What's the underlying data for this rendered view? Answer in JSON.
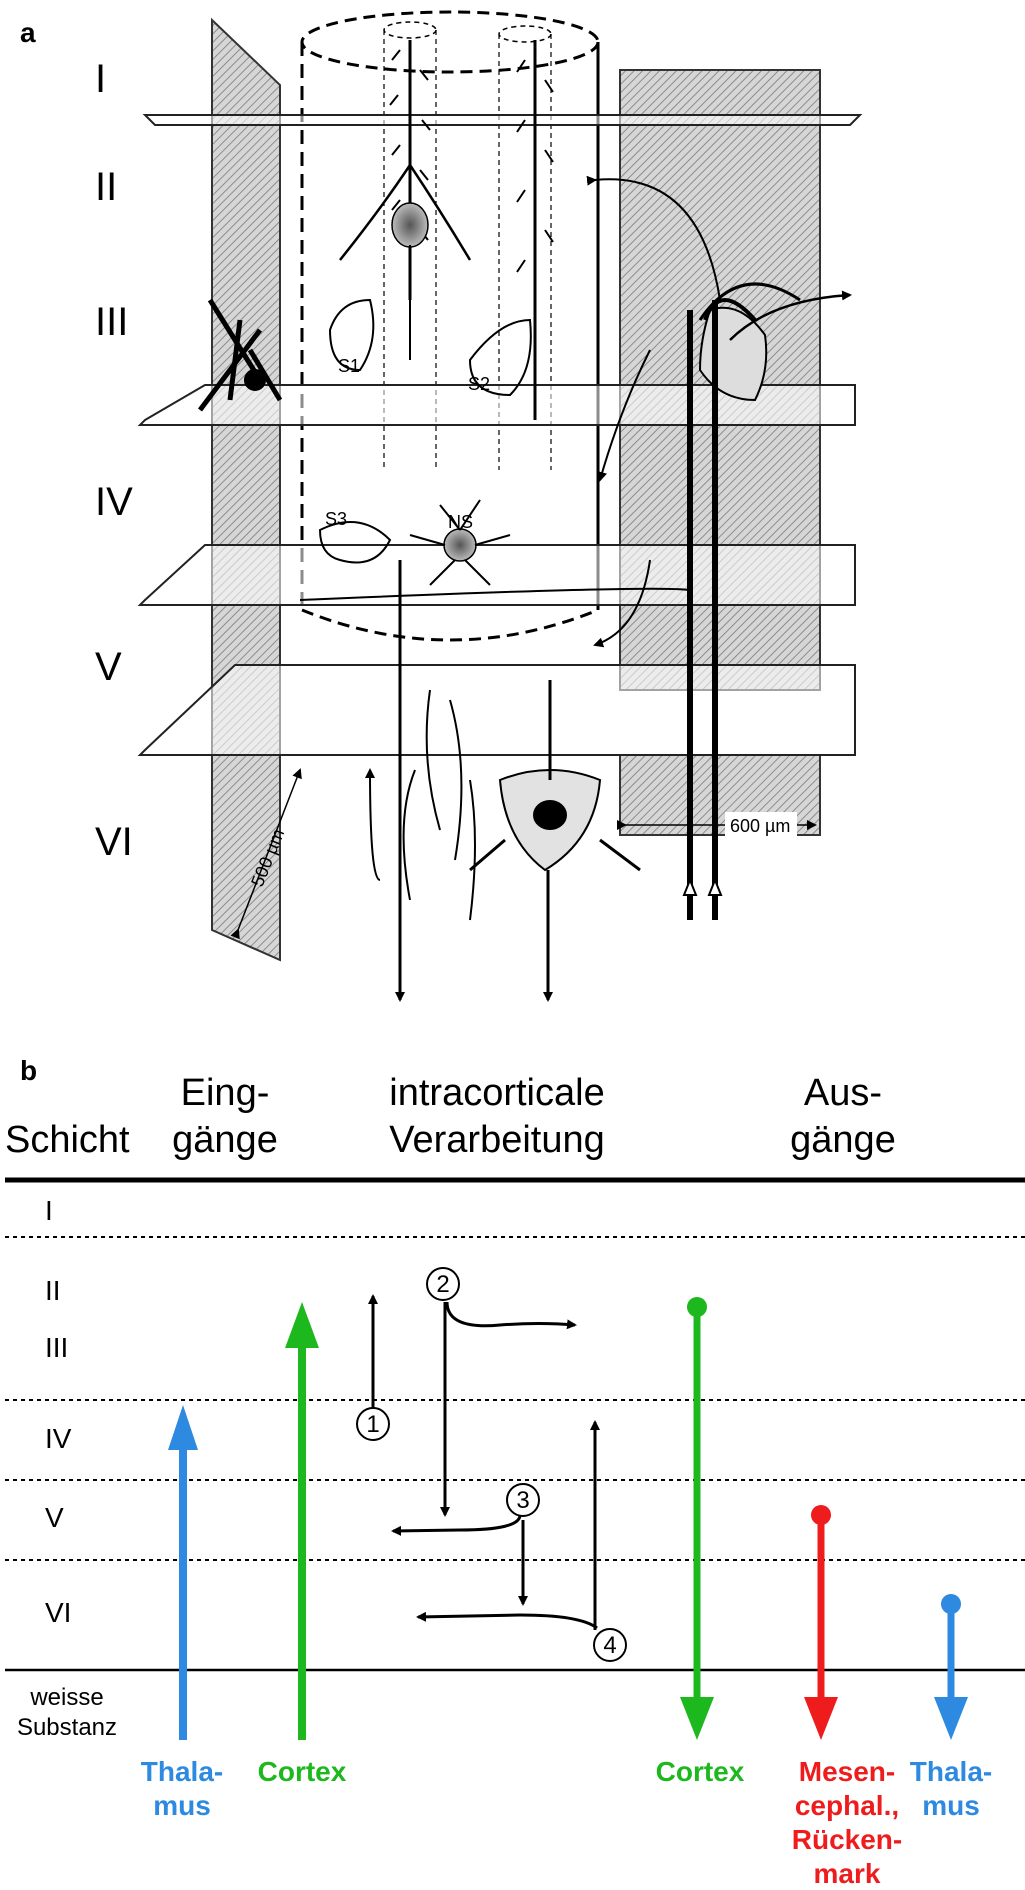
{
  "panel_a": {
    "label": "a",
    "layers": [
      "I",
      "II",
      "III",
      "IV",
      "V",
      "VI"
    ],
    "neurons": [
      "S1",
      "S2",
      "S3",
      "NS"
    ],
    "scale_left": "500 µm",
    "scale_right": "600 µm"
  },
  "panel_b": {
    "label": "b",
    "headers": {
      "schicht": "Schicht",
      "eingaenge": [
        "Eing-",
        "gänge"
      ],
      "intracortical": [
        "intracorticale",
        "Verarbeitung"
      ],
      "ausgaenge": [
        "Aus-",
        "gänge"
      ]
    },
    "layers": [
      "I",
      "II",
      "III",
      "IV",
      "V",
      "VI"
    ],
    "white_matter": [
      "weisse",
      "Substanz"
    ],
    "steps": [
      "1",
      "2",
      "3",
      "4"
    ],
    "inputs": [
      {
        "lines": [
          "Thala-",
          "mus"
        ],
        "color": "#2d8ae0"
      },
      {
        "lines": [
          "Cortex"
        ],
        "color": "#1db81d"
      }
    ],
    "outputs": [
      {
        "lines": [
          "Cortex"
        ],
        "color": "#1db81d"
      },
      {
        "lines": [
          "Mesen-",
          "cephal.,",
          "Rücken-",
          "mark"
        ],
        "color": "#ee1c1c"
      },
      {
        "lines": [
          "Thala-",
          "mus"
        ],
        "color": "#2d8ae0"
      }
    ]
  }
}
